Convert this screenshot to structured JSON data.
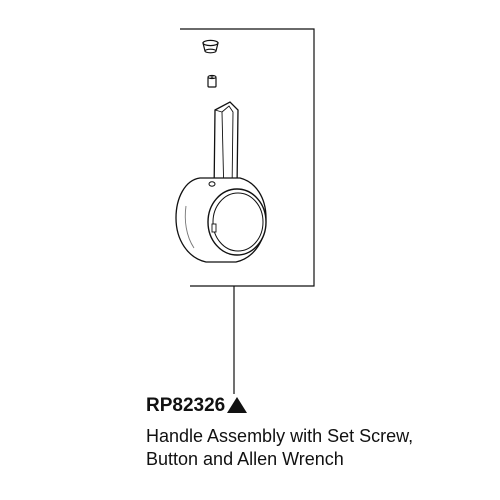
{
  "part": {
    "number": "RP82326",
    "marker_icon": "solid-triangle-icon",
    "description_line_1": "Handle Assembly with Set Screw,",
    "description_line_2": "Button and Allen Wrench"
  },
  "colors": {
    "line": "#111111",
    "background": "#ffffff",
    "accent_gray": "#777777"
  }
}
